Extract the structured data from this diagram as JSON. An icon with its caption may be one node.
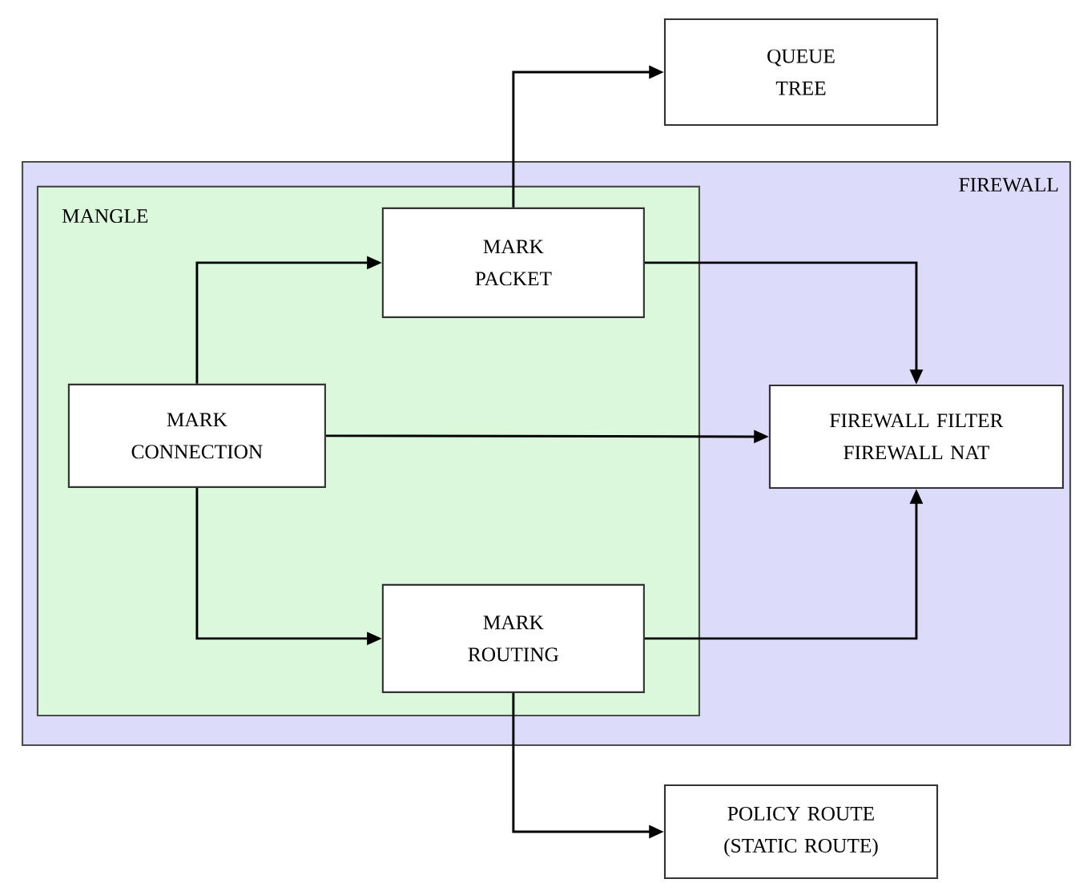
{
  "diagram": {
    "nodes": [
      {
        "text": [
          "QUEUE TREE"
        ]
      },
      {
        "text": [
          "FIREWALL"
        ]
      },
      {
        "text": [
          "MANGLE"
        ],
        "in": 1
      },
      {
        "text": [
          "MARK PACKET"
        ],
        "in": 2
      },
      {
        "text": [
          "MARK CONNECTION"
        ],
        "in": 2
      },
      {
        "text": [
          "FIREWALL FILTER FIREWALL NAT"
        ],
        "in": 1
      },
      {
        "text": [
          "MARK ROUTING"
        ],
        "in": 2
      },
      {
        "text": [
          "POLICY ROUTE (STATIC ROUTE)"
        ]
      }
    ],
    "edges": [
      {
        "from": 3,
        "to": 0,
        "arrow": "to"
      },
      {
        "from": 4,
        "to": 3,
        "arrow": "to"
      },
      {
        "from": 4,
        "to": 5,
        "arrow": "to"
      },
      {
        "from": 4,
        "to": 6,
        "arrow": "to"
      },
      {
        "from": 3,
        "to": 5,
        "arrow": "to"
      },
      {
        "from": 6,
        "to": 5,
        "arrow": "to"
      },
      {
        "from": 6,
        "to": 7,
        "arrow": "to"
      }
    ]
  }
}
